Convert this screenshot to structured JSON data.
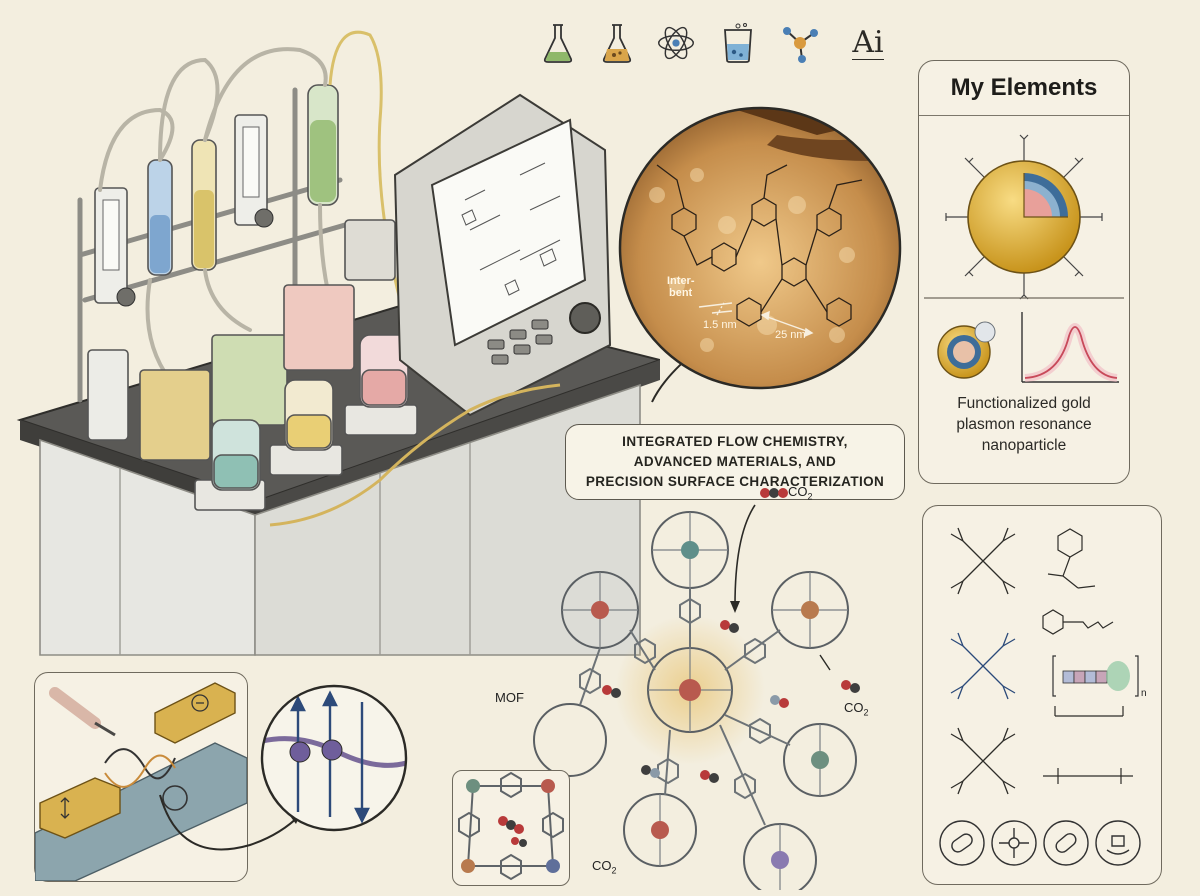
{
  "toolbar": {
    "icons": [
      "flask-icon",
      "beaker-icon",
      "atom-icon",
      "lab-beaker-icon",
      "molecule-icon",
      "ai-icon"
    ],
    "ai_label": "Ai"
  },
  "caption": {
    "line1": "INTEGRATED FLOW CHEMISTRY,",
    "line2": "ADVANCED MATERIALS, AND",
    "line3": "PRECISION SURFACE CHARACTERIZATION"
  },
  "elements_panel": {
    "title": "My Elements",
    "caption_line1": "Functionalized gold",
    "caption_line2": "plasmon resonance",
    "caption_line3": "nanoparticle"
  },
  "surface_zoom": {
    "label_inter": "Inter-",
    "label_bent": "bent",
    "dimension_small": "1.5 nm",
    "dimension_large": "25 nm"
  },
  "mof": {
    "label": "MOF",
    "co2_label": "CO",
    "co2_sub": "2"
  },
  "polymer_panel": {
    "subscript_n": "n"
  }
}
